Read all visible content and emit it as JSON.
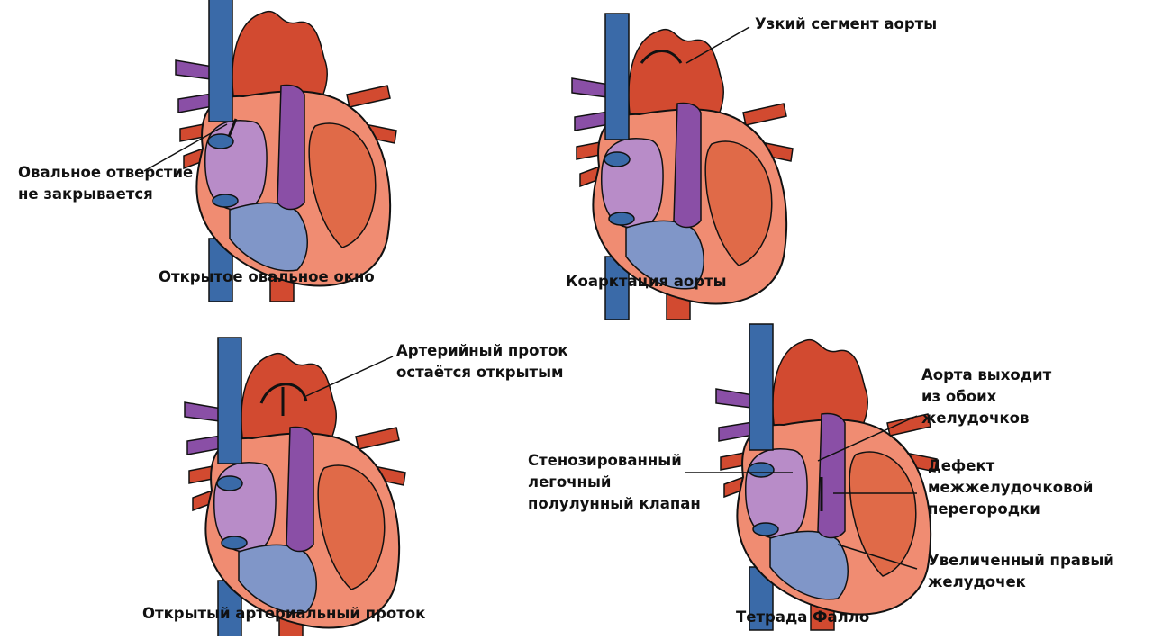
{
  "colors": {
    "aorta_red": "#d24a30",
    "vein_blue": "#3a6aa8",
    "pulmonary_purple": "#8a4fa6",
    "muscle_salmon": "#f08c72",
    "chamber_blue": "#8096c8",
    "chamber_purple": "#b88cc8",
    "chamber_red": "#e06a48",
    "outline": "#111111"
  },
  "panels": {
    "pfo": {
      "title": "Открытое овальное окно",
      "labels": [
        "Овальное отверстие",
        "не закрывается"
      ]
    },
    "coarctation": {
      "title": "Коарктация аорты",
      "labels": [
        "Узкий сегмент аорты"
      ]
    },
    "pda": {
      "title": "Открытый артериальный проток",
      "labels": [
        "Артерийный проток",
        "остаётся открытым"
      ]
    },
    "tetralogy": {
      "title": "Тетрада Фалло",
      "stenosis": [
        "Стенозированный",
        "легочный",
        "полулунный клапан"
      ],
      "overriding": [
        "Аорта выходит",
        "из обоих",
        "желудочков"
      ],
      "vsd": [
        "Дефект",
        "межжелудочковой",
        "перегородки"
      ],
      "rvh": [
        "Увеличенный правый",
        "желудочек"
      ]
    }
  }
}
